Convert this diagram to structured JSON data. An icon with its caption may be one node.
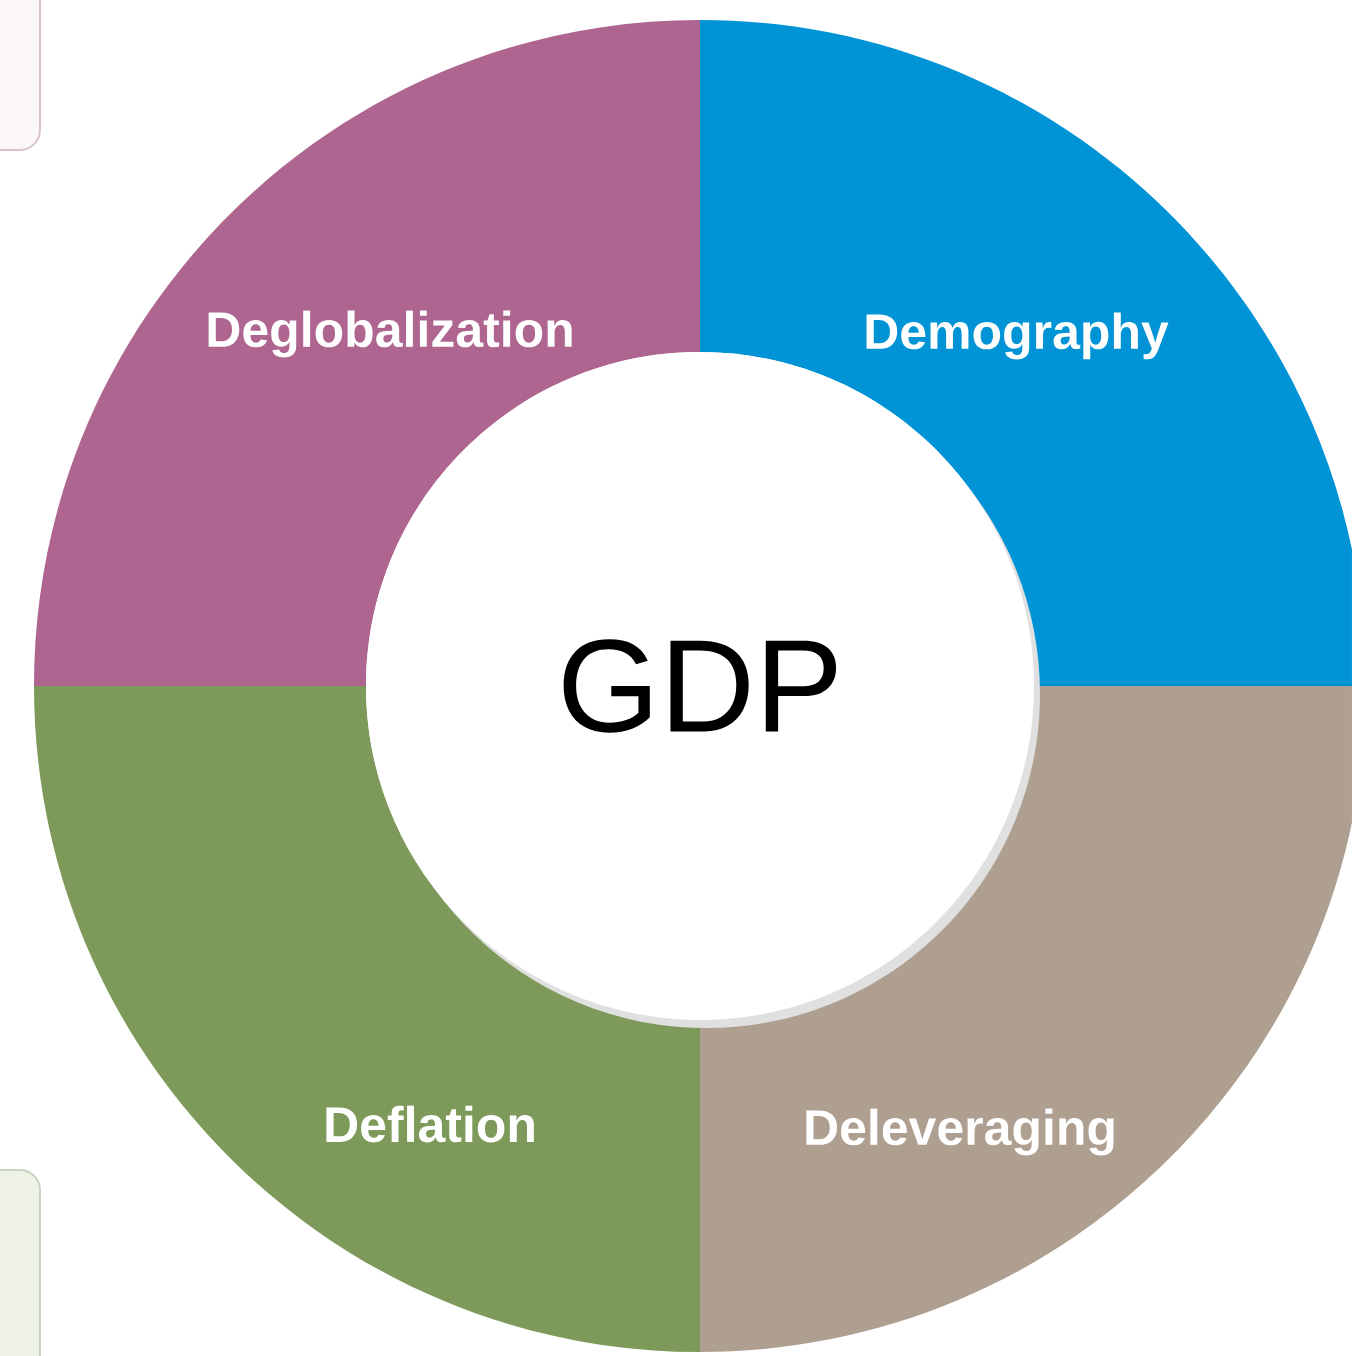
{
  "diagram": {
    "nodes": [
      {
        "text": [
          "GDP"
        ]
      },
      {
        "text": [
          "Deglobalization"
        ]
      },
      {
        "text": [
          "Demography"
        ]
      },
      {
        "text": [
          "Deflation"
        ]
      },
      {
        "text": [
          "Deleveraging"
        ]
      }
    ]
  }
}
